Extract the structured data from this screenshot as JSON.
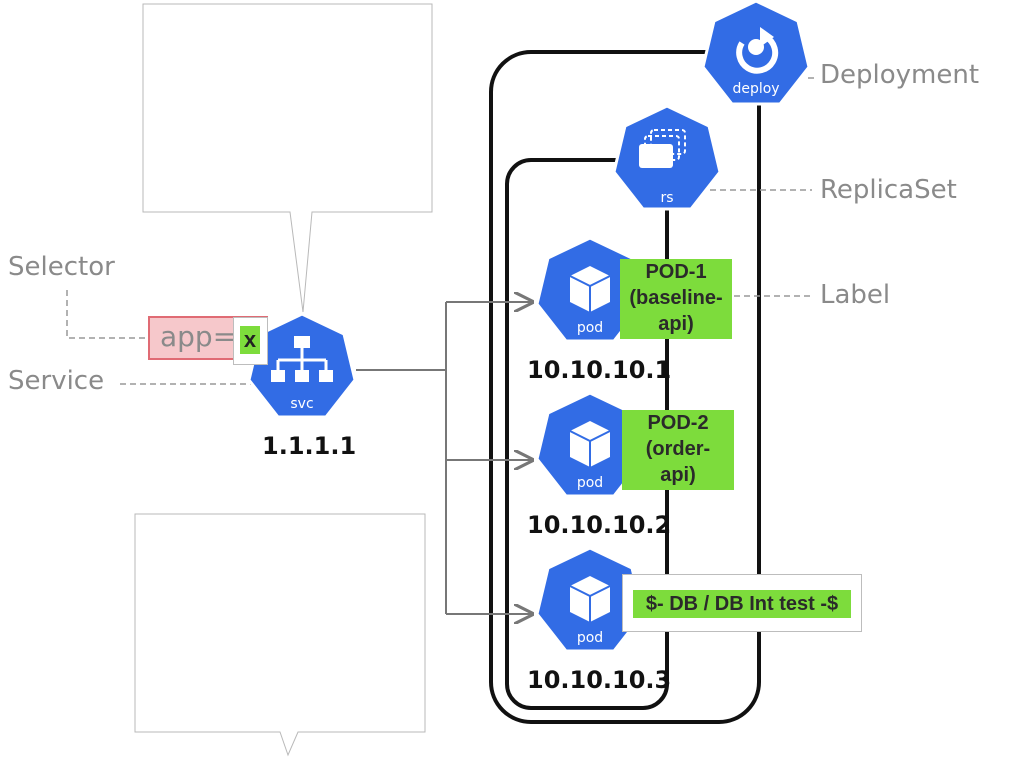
{
  "labels": {
    "deployment": "Deployment",
    "replicaset": "ReplicaSet",
    "label": "Label",
    "selector": "Selector",
    "service": "Service"
  },
  "icons": {
    "deploy_text": "deploy",
    "rs_text": "rs",
    "svc_text": "svc",
    "pod_text": "pod"
  },
  "service": {
    "ip": "1.1.1.1",
    "selector_key": "app=",
    "selector_value": "x"
  },
  "pods": [
    {
      "ip": "10.10.10.1",
      "label_lines": [
        "POD-1",
        "(baseline-",
        "api)"
      ]
    },
    {
      "ip": "10.10.10.2",
      "label_lines": [
        "POD-2",
        "(order-",
        "api)"
      ]
    },
    {
      "ip": "10.10.10.3",
      "label_text": "$- DB / DB Int test -$"
    }
  ],
  "colors": {
    "k8s_blue": "#326ce5",
    "label_green": "#7ddc3c",
    "selector_pink": "#f6c8cb",
    "selector_border": "#e06b74"
  }
}
